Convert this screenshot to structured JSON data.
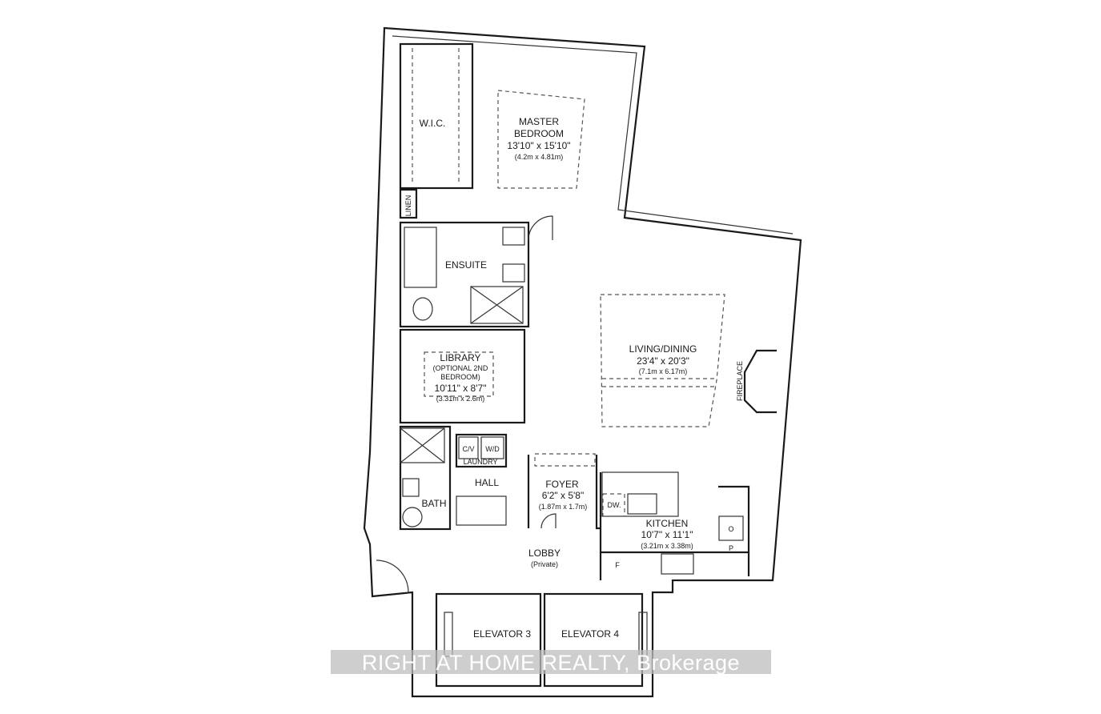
{
  "rooms": {
    "wic": {
      "name": "W.I.C."
    },
    "linen": {
      "name": "LINEN"
    },
    "master": {
      "name1": "MASTER",
      "name2": "BEDROOM",
      "dim_imperial": "13'10\" x 15'10\"",
      "dim_metric": "(4.2m x 4.81m)"
    },
    "ensuite": {
      "name": "ENSUITE"
    },
    "library": {
      "name": "LIBRARY",
      "sub1": "(OPTIONAL 2ND",
      "sub2": "BEDROOM)",
      "dim_imperial": "10'11\" x 8'7\"",
      "dim_metric": "(3.31m x 2.6m)"
    },
    "living": {
      "name": "LIVING/DINING",
      "dim_imperial": "23'4\" x 20'3\"",
      "dim_metric": "(7.1m x 6.17m)"
    },
    "fireplace": {
      "name": "FIREPLACE"
    },
    "laundry": {
      "name": "LAUNDRY",
      "cv": "C/V",
      "wd": "W/D"
    },
    "hall": {
      "name": "HALL"
    },
    "bath": {
      "name": "BATH"
    },
    "foyer": {
      "name": "FOYER",
      "dim_imperial": "6'2\" x 5'8\"",
      "dim_metric": "(1.87m x 1.7m)"
    },
    "kitchen": {
      "name": "KITCHEN",
      "dim_imperial": "10'7\" x 11'1\"",
      "dim_metric": "(3.21m x 3.38m)",
      "dw": "DW.",
      "o": "O",
      "p": "P",
      "f": "F"
    },
    "lobby": {
      "name": "LOBBY",
      "sub": "(Private)"
    },
    "elevator3": {
      "name": "ELEVATOR 3"
    },
    "elevator4": {
      "name": "ELEVATOR 4"
    }
  },
  "watermark": "RIGHT AT HOME REALTY, Brokerage"
}
